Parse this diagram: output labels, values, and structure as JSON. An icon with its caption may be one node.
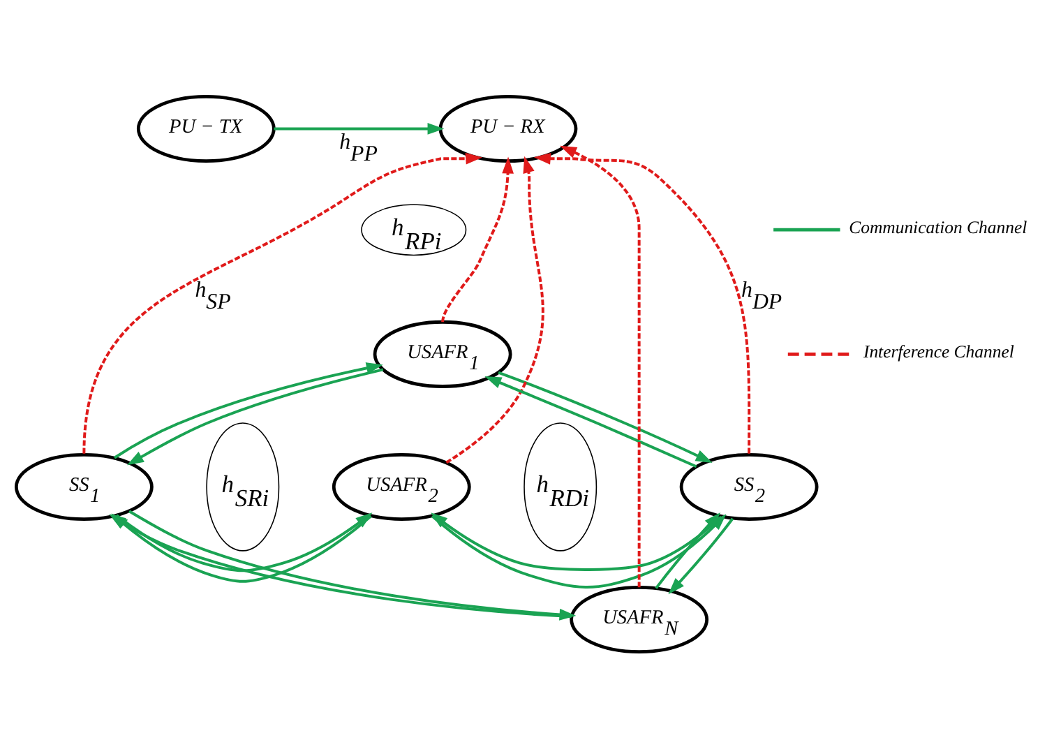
{
  "diagram": {
    "nodes": [
      {
        "text": [
          "PU − TX"
        ]
      },
      {
        "text": [
          "PU − RX"
        ]
      },
      {
        "text": [
          "h$_{RPi}$"
        ]
      },
      {
        "text": [
          "USAFR$_{1}$"
        ]
      },
      {
        "text": [
          "SS$_{1}$"
        ]
      },
      {
        "text": [
          "h$_{SRi}$"
        ]
      },
      {
        "text": [
          "USAFR$_{2}$"
        ]
      },
      {
        "text": [
          "h$_{RDi}$"
        ]
      },
      {
        "text": [
          "SS$_{2}$"
        ]
      },
      {
        "text": [
          "USAFR$_{N}$"
        ]
      }
    ],
    "edges": [
      {
        "from": 0,
        "to": 1,
        "arrow": "to",
        "label": "h$_{PP}$"
      },
      {
        "from": 4,
        "to": 1,
        "arrow": "to",
        "style": "dashed",
        "color": "#e01a1a",
        "label": "h$_{SP}$"
      },
      {
        "from": 3,
        "to": 1,
        "arrow": "to",
        "style": "dashed",
        "color": "#e01a1a"
      },
      {
        "from": 6,
        "to": 1,
        "arrow": "to",
        "style": "dashed",
        "color": "#e01a1a"
      },
      {
        "from": 9,
        "to": 1,
        "arrow": "to",
        "style": "dashed",
        "color": "#e01a1a"
      },
      {
        "from": 8,
        "to": 1,
        "arrow": "to",
        "style": "dashed",
        "color": "#e01a1a",
        "label": "h$_{DP}$"
      },
      {
        "from": 3,
        "to": 4,
        "arrow": "to"
      },
      {
        "from": 4,
        "to": 3,
        "arrow": "to"
      },
      {
        "from": 4,
        "to": 6,
        "arrow": "to"
      },
      {
        "from": 6,
        "to": 4,
        "arrow": "to"
      },
      {
        "from": 4,
        "to": 9,
        "arrow": "to"
      },
      {
        "from": 9,
        "to": 4,
        "arrow": "to"
      },
      {
        "from": 3,
        "to": 8,
        "arrow": "to"
      },
      {
        "from": 8,
        "to": 3,
        "arrow": "to"
      },
      {
        "from": 8,
        "to": 6,
        "arrow": "to"
      },
      {
        "from": 6,
        "to": 8,
        "arrow": "to"
      },
      {
        "from": 8,
        "to": 9,
        "arrow": "to"
      },
      {
        "from": 9,
        "to": 8,
        "arrow": "to"
      }
    ],
    "legend": [
      {
        "text": "Communication Channel"
      },
      {
        "text": "Interference Channel"
      }
    ]
  }
}
